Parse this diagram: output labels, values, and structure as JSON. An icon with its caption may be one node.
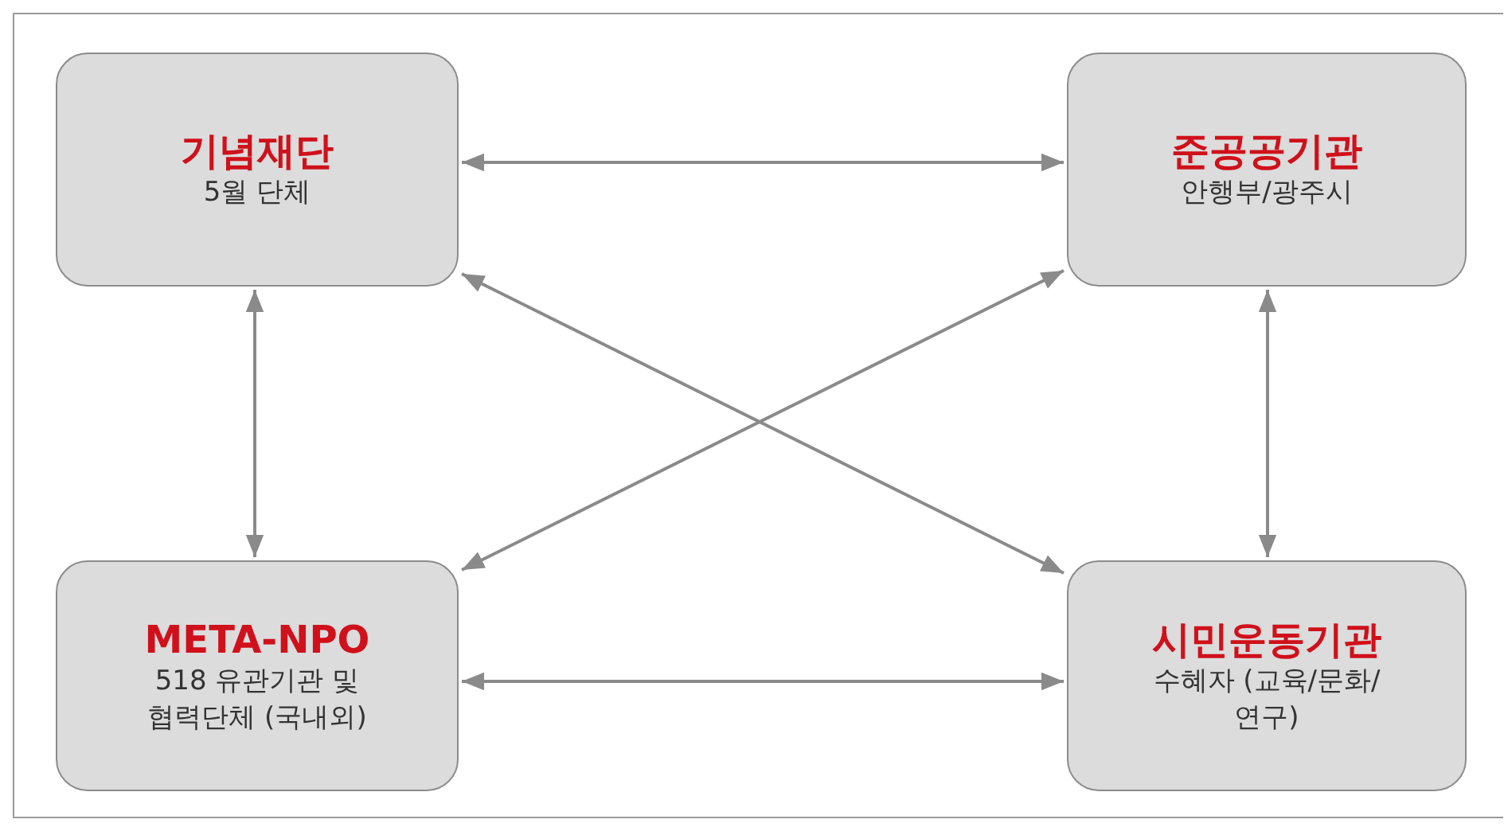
{
  "diagram": {
    "nodes": [
      {
        "text": [
          "기념재단",
          "5월 단체"
        ]
      },
      {
        "text": [
          "준공공기관",
          "안행부/광주시"
        ]
      },
      {
        "text": [
          "META-NPO",
          "518 유관기관 및 협력단체 (국내외)"
        ]
      },
      {
        "text": [
          "시민운동기관",
          "수혜자 (교육/문화/연구)"
        ]
      }
    ],
    "edges": [
      {
        "from": 0,
        "to": 1,
        "arrow": "both"
      },
      {
        "from": 0,
        "to": 2,
        "arrow": "both"
      },
      {
        "from": 1,
        "to": 2,
        "arrow": "both"
      },
      {
        "from": 0,
        "to": 3,
        "arrow": "both"
      },
      {
        "from": 1,
        "to": 3,
        "arrow": "both"
      },
      {
        "from": 2,
        "to": 3,
        "arrow": "both"
      }
    ]
  }
}
